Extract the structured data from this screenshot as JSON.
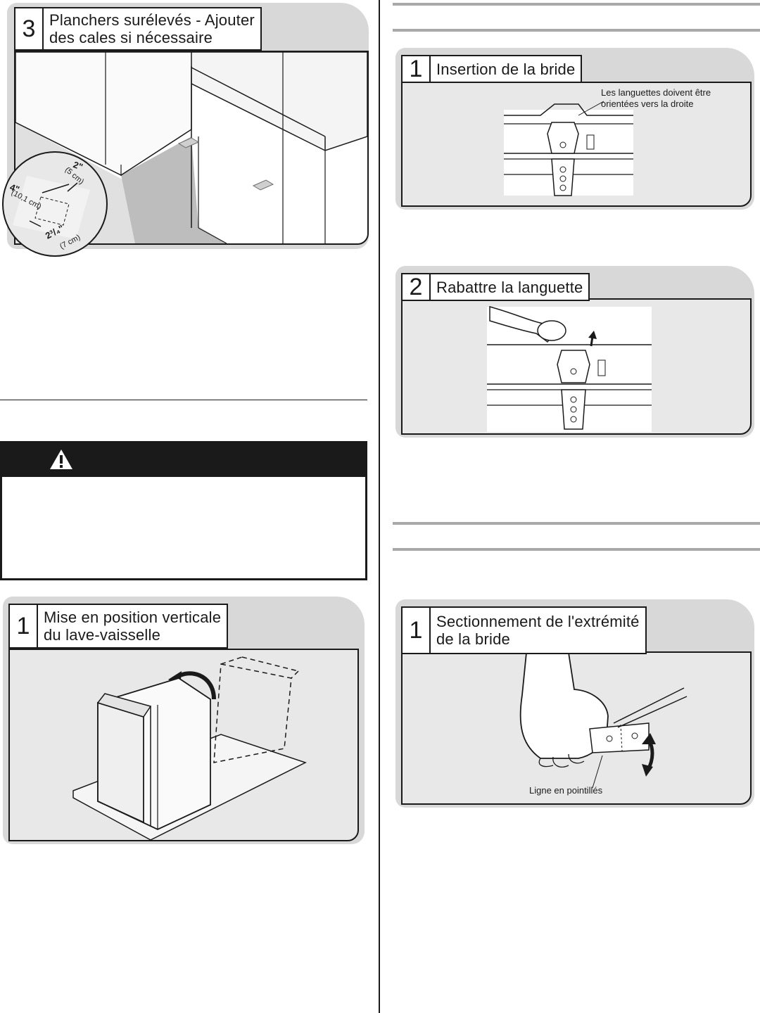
{
  "panels": {
    "raised_floor": {
      "number": "3",
      "title": "Planchers surélevés - Ajouter\ndes cales si nécessaire",
      "dims": {
        "width_in": "2\"",
        "width_cm": "(5 cm)",
        "depth_in": "4\"",
        "depth_cm": "(10,1 cm)",
        "spacing_in": "2³/₄\"",
        "spacing_cm": "(7 cm)"
      }
    },
    "upright": {
      "number": "1",
      "title": "Mise en position verticale\ndu lave-vaisselle"
    },
    "insert_strap": {
      "number": "1",
      "title": "Insertion de la bride",
      "callout": "Les languettes doivent être\norientées vers la droite"
    },
    "fold_tab": {
      "number": "2",
      "title": "Rabattre la languette"
    },
    "cut_strap": {
      "number": "1",
      "title": "Sectionnement de l'extrémité\nde la bride",
      "callout": "Ligne en pointillés"
    }
  },
  "colors": {
    "panel_bg": "#e8e8e8",
    "shadow": "#d8d8d8",
    "rule": "#a9a9a9",
    "ink": "#1a1a1a"
  },
  "icons": {
    "warning": "warning-triangle-icon"
  }
}
